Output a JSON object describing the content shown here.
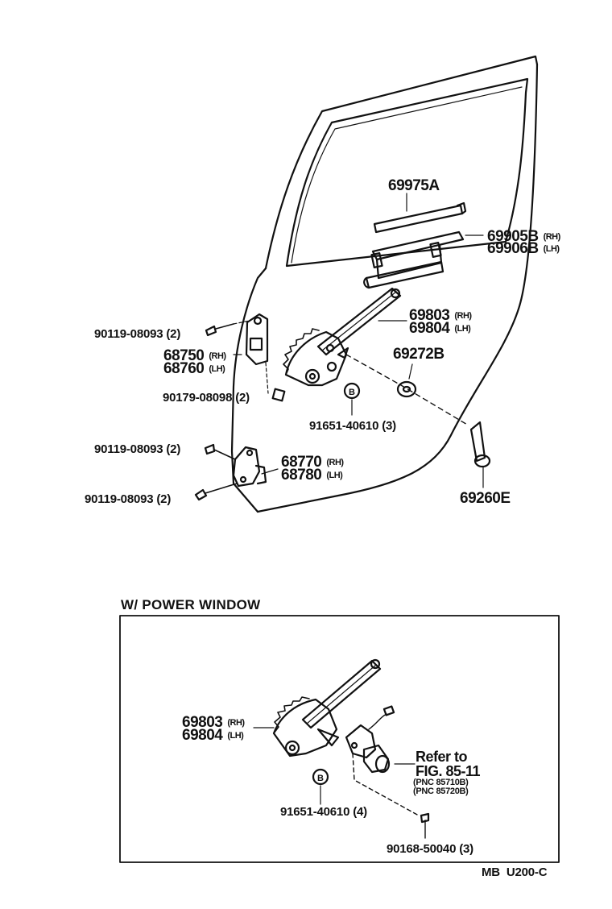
{
  "diagram": {
    "section_title": "W/ POWER WINDOW",
    "footer_code": "MB  U200-C",
    "upper": {
      "division_bar": {
        "part": "69975A"
      },
      "run_channel": {
        "part_rh": "69905B",
        "side_rh": "(RH)",
        "part_lh": "69906B",
        "side_lh": "(LH)"
      },
      "regulator": {
        "part_rh": "69803",
        "side_rh": "(RH)",
        "part_lh": "69804",
        "side_lh": "(LH)"
      },
      "handle_plate": {
        "part": "69272B"
      },
      "regulator_handle": {
        "part": "69260E"
      },
      "regulator_bolt": {
        "part": "91651-40610",
        "qty": "(3)",
        "marker": "B"
      },
      "hinge_bolt_upper": {
        "part": "90119-08093",
        "qty": "(2)"
      },
      "upper_hinge": {
        "part_rh": "68750",
        "side_rh": "(RH)",
        "part_lh": "68760",
        "side_lh": "(LH)"
      },
      "hinge_nut": {
        "part": "90179-08098",
        "qty": "(2)"
      },
      "hinge_bolt_mid": {
        "part": "90119-08093",
        "qty": "(2)"
      },
      "lower_hinge": {
        "part_rh": "68770",
        "side_rh": "(RH)",
        "part_lh": "68780",
        "side_lh": "(LH)"
      },
      "hinge_bolt_lower": {
        "part": "90119-08093",
        "qty": "(2)"
      }
    },
    "power_window": {
      "regulator": {
        "part_rh": "69803",
        "side_rh": "(RH)",
        "part_lh": "69804",
        "side_lh": "(LH)"
      },
      "regulator_bolt": {
        "part": "91651-40610",
        "qty": "(4)",
        "marker": "B"
      },
      "motor_ref": {
        "line1": "Refer to",
        "line2": "FIG. 85-11",
        "pnc1": "(PNC 85710B)",
        "pnc2": "(PNC 85720B)"
      },
      "motor_screw": {
        "part": "90168-50040",
        "qty": "(3)"
      }
    }
  }
}
